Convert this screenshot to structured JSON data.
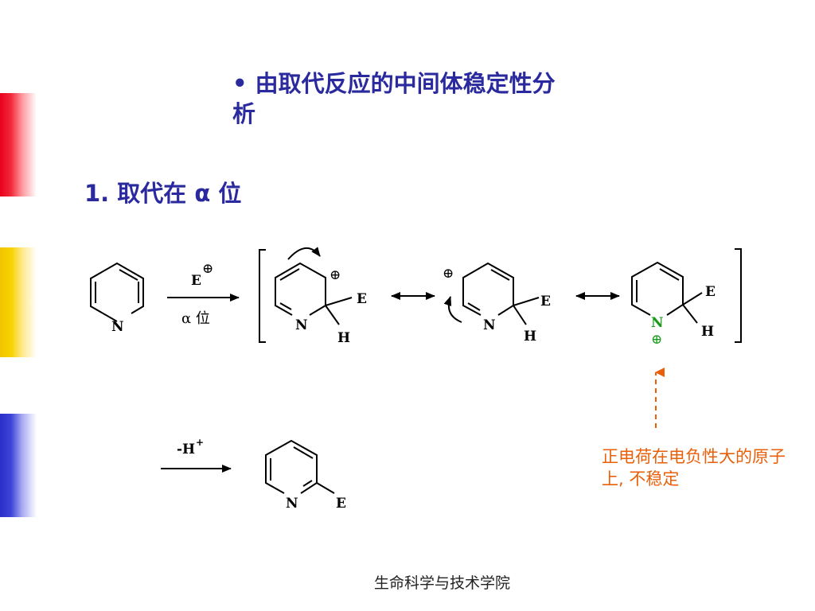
{
  "title": "• 由取代反应的中间体稳定性分析",
  "heading": "1. 取代在 α 位",
  "note": "正电荷在电负性大的原子上, 不稳定",
  "footer": "生命科学与技术学院",
  "scheme": {
    "reagent_label": "E",
    "position_label": "α 位",
    "deprotonation_label": "-H",
    "plus_sign": "+",
    "charge_symbol": "⊕",
    "atom_n": "N",
    "atom_e": "E",
    "atom_h": "H"
  },
  "colors": {
    "title": "#2a2a9e",
    "note": "#e8600a",
    "nitrogen_cation": "#1a9a1a"
  }
}
